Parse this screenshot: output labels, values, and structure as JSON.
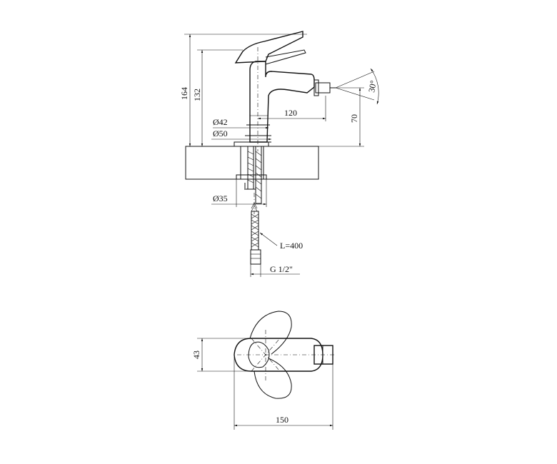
{
  "side_view": {
    "dimensions": {
      "height_total": "164",
      "height_spout": "132",
      "diameter_top": "Ø42",
      "diameter_base": "Ø50",
      "spout_reach": "120",
      "outlet_height": "70",
      "spray_angle": "30°",
      "mount_diameter": "Ø35",
      "hose_length": "L=400",
      "thread": "G 1/2\""
    }
  },
  "top_view": {
    "dimensions": {
      "body_width": "43",
      "overall_length": "150"
    }
  }
}
